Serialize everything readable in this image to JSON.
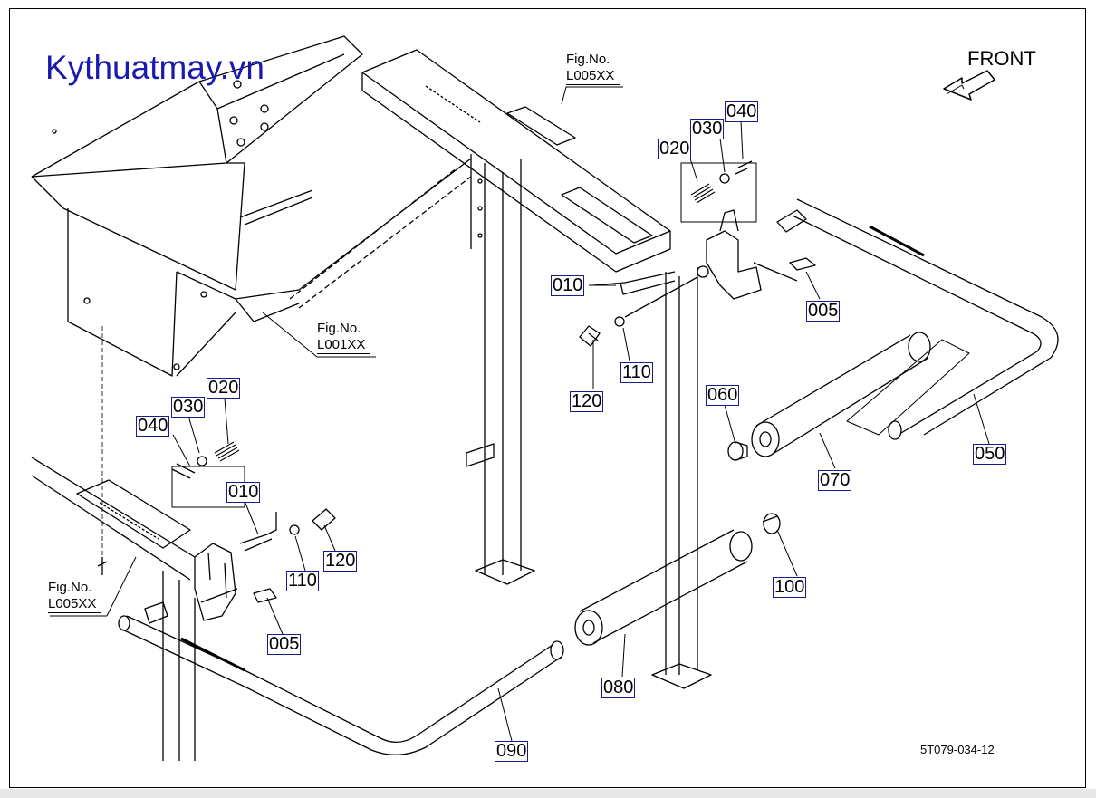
{
  "watermark": "Kythuatmay.vn",
  "front_label": "FRONT",
  "fig_refs": [
    {
      "label": "Fig.No.",
      "code": "L005XX"
    },
    {
      "label": "Fig.No.",
      "code": "L001XX"
    },
    {
      "label": "Fig.No.",
      "code": "L005XX"
    }
  ],
  "parts": [
    "010",
    "020",
    "030",
    "040",
    "005",
    "110",
    "120",
    "060",
    "070",
    "050",
    "020",
    "030",
    "040",
    "010",
    "120",
    "110",
    "005",
    "100",
    "080",
    "090"
  ],
  "drawing_code": "5T079-034-12",
  "colors": {
    "watermark": "#1a1ab0",
    "callout_border": "#1a1a8c"
  },
  "icons": [
    "front-arrow-icon"
  ]
}
